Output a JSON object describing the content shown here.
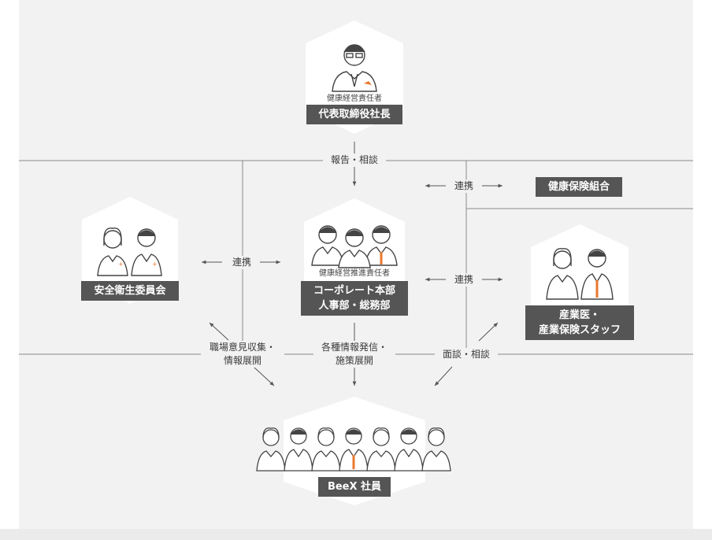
{
  "nodes": {
    "ceo": {
      "role": "健康経営責任者",
      "name": "代表取締役社長"
    },
    "hq": {
      "role": "健康経営推進責任者",
      "name_line1": "コーポレート本部",
      "name_line2": "人事部・総務部"
    },
    "safety": {
      "name": "安全衛生委員会"
    },
    "insurance": {
      "name": "健康保険組合"
    },
    "doctor": {
      "name_line1": "産業医・",
      "name_line2": "産業保険スタッフ"
    },
    "employees": {
      "name": "BeeX 社員"
    }
  },
  "edges": {
    "report": "報告・相談",
    "link_insurance": "連携",
    "link_safety": "連携",
    "link_doctor": "連携",
    "opinion_line1": "職場意見収集・",
    "opinion_line2": "情報展開",
    "info_line1": "各種情報発信・",
    "info_line2": "施策展開",
    "interview": "面談・相談"
  },
  "colors": {
    "background": "#f2f2f2",
    "label_box": "#555555",
    "accent_tie": "#e8772e",
    "line": "#8a8a8a"
  },
  "icons": [
    "person-with-glasses-icon",
    "group-of-three-icon",
    "pair-of-people-icon",
    "group-of-seven-icon"
  ]
}
